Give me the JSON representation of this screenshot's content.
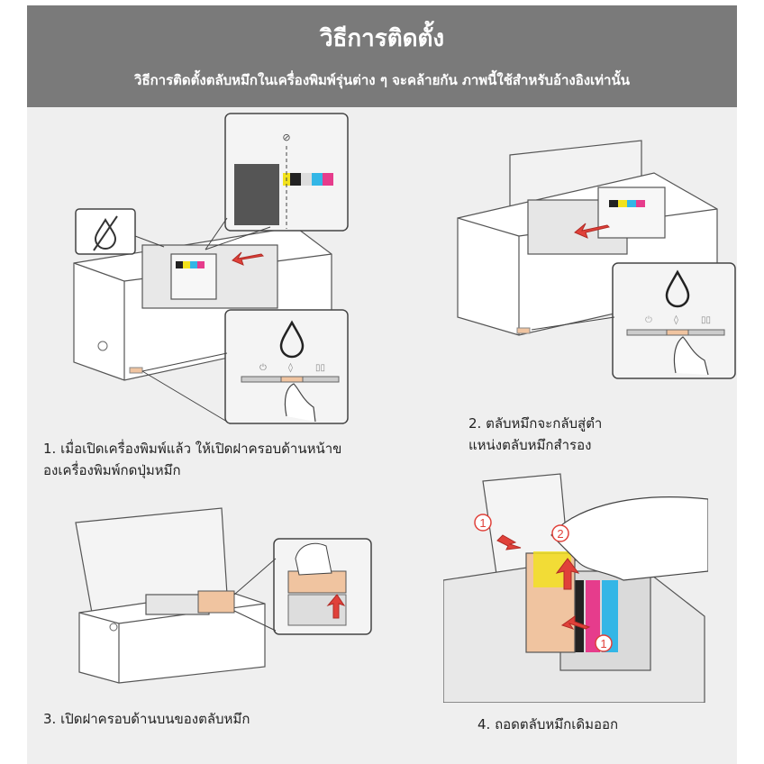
{
  "header": {
    "title": "วิธีการติดตั้ง",
    "subtitle": "วิธีการติดตั้งตลับหมึกในเครื่องพิมพ์รุ่นต่าง ๆ จะคล้ายกัน ภาพนี้ใช้สำหรับอ้างอิงเท่านั้น"
  },
  "steps": [
    {
      "line1": "1. เมื่อเปิดเครื่องพิมพ์แล้ว ให้เปิดฝาครอบด้านหน้าข",
      "line2": "องเครื่องพิมพ์กดปุ่มหมึก"
    },
    {
      "line1": "2. ตลับหมึกจะกลับสู่ตำ",
      "line2": "แหน่งตลับหมึกสำรอง"
    },
    {
      "line1": "3. เปิดฝาครอบด้านบนของตลับหมึก"
    },
    {
      "line1": "4. ถอดตลับหมึกเดิมออก"
    }
  ],
  "callouts": {
    "one": "1",
    "two": "2"
  },
  "colors": {
    "header_bg": "#7a7a7a",
    "panel_bg": "#efefef",
    "arrow": "#e0413a",
    "highlight": "#f0c4a0",
    "cyan": "#33b6e6",
    "magenta": "#e63c8c",
    "yellow": "#f2e21c",
    "black": "#222222"
  }
}
